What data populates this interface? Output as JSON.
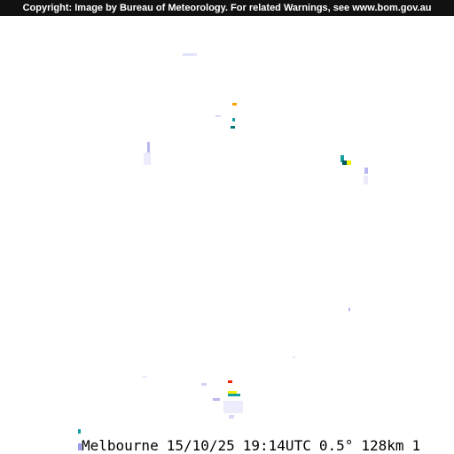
{
  "copyright": {
    "text": "Copyright: Image by Bureau of Meteorology. For related Warnings, see www.bom.gov.au"
  },
  "caption": {
    "location": "Melbourne",
    "date": "15/10/25",
    "time": "19:14UTC",
    "elevation": "0.5°",
    "range": "128km",
    "frame": "1"
  },
  "colors": {
    "background": "#ffffff",
    "copyright_bar": "#111111",
    "light_return": "#d8d8f8",
    "faint_return": "#b8b8f0",
    "lavender": "#9c9cf0",
    "teal": "#18a0a0",
    "dark_teal": "#007878",
    "yellow": "#f0f000",
    "orange": "#ffa000",
    "red": "#ff2000"
  }
}
